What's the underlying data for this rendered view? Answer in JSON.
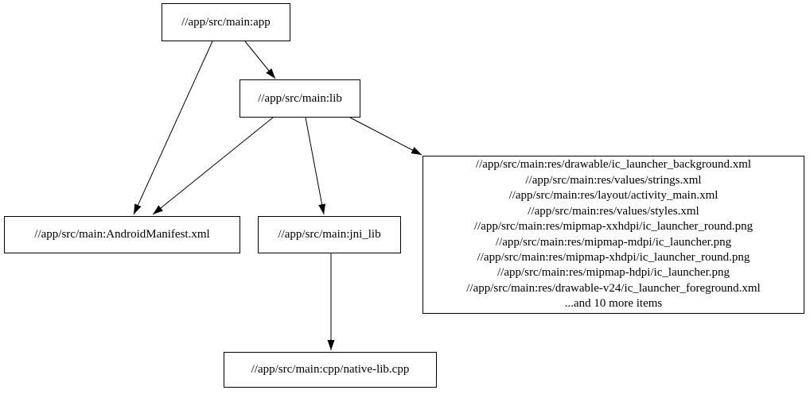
{
  "graph": {
    "background_color": "#ffffff",
    "node_border_color": "#000000",
    "text_color": "#000000",
    "nodes": {
      "app": {
        "label": "//app/src/main:app"
      },
      "lib": {
        "label": "//app/src/main:lib"
      },
      "android_manifest": {
        "label": "//app/src/main:AndroidManifest.xml"
      },
      "jni_lib": {
        "label": "//app/src/main:jni_lib"
      },
      "resources": {
        "lines": [
          "//app/src/main:res/drawable/ic_launcher_background.xml",
          "//app/src/main:res/values/strings.xml",
          "//app/src/main:res/layout/activity_main.xml",
          "//app/src/main:res/values/styles.xml",
          "//app/src/main:res/mipmap-xxhdpi/ic_launcher_round.png",
          "//app/src/main:res/mipmap-mdpi/ic_launcher.png",
          "//app/src/main:res/mipmap-xhdpi/ic_launcher_round.png",
          "//app/src/main:res/mipmap-hdpi/ic_launcher.png",
          "//app/src/main:res/drawable-v24/ic_launcher_foreground.xml",
          "...and 10 more items"
        ]
      },
      "native_lib_cpp": {
        "label": "//app/src/main:cpp/native-lib.cpp"
      }
    },
    "edges": [
      {
        "from": "app",
        "to": "lib"
      },
      {
        "from": "app",
        "to": "android_manifest"
      },
      {
        "from": "lib",
        "to": "android_manifest"
      },
      {
        "from": "lib",
        "to": "jni_lib"
      },
      {
        "from": "lib",
        "to": "resources"
      },
      {
        "from": "jni_lib",
        "to": "native_lib_cpp"
      }
    ]
  }
}
